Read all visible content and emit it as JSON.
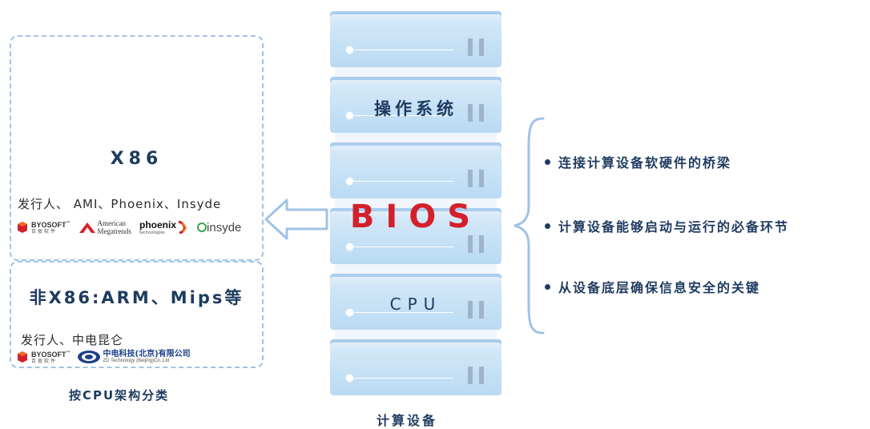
{
  "x86_box": {
    "title": "X86",
    "publishers": "发行人、 AMI、Phoenix、Insyde",
    "logos": {
      "byosoft": "BYOSOFT",
      "byosoft_tm": "™",
      "byosoft_cn": "百敖软件",
      "ami_line1": "American",
      "ami_line2": "Megatrends",
      "phoenix": "phoenix",
      "phoenix_sub": "technologies",
      "insyde": "insyde"
    }
  },
  "nonx86_box": {
    "title": "非X86:ARM、Mips等",
    "publishers": "发行人、中电昆仑",
    "logos": {
      "byosoft": "BYOSOFT",
      "byosoft_tm": "™",
      "byosoft_cn": "百敖软件",
      "zd_cn": "中电科技(北京)有限公司",
      "zd_en": "ZD Technology (Beijing)Co.,Ltd"
    }
  },
  "classify_caption": "按CPU架构分类",
  "rack": {
    "os_label": "操作系统",
    "bios_label": "BIOS",
    "cpu_label": "CPU",
    "caption": "计算设备"
  },
  "points": [
    "连接计算设备软硬件的桥梁",
    "计算设备能够启动与运行的必备环节",
    "从设备底层确保信息安全的关键"
  ],
  "colors": {
    "accent_red": "#d4202a",
    "navy": "#1e3a5f",
    "light_blue": "#9ec3e6"
  }
}
